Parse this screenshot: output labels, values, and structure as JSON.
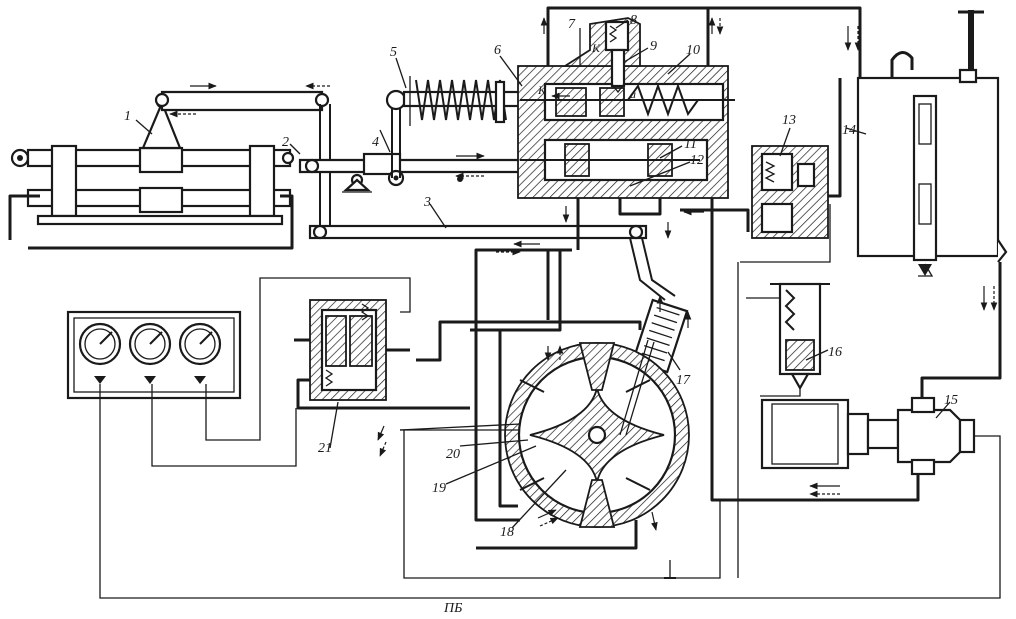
{
  "diagram": {
    "caption": "ПБ",
    "labels": {
      "l1": "1",
      "l2": "2",
      "l3": "3",
      "l4": "4",
      "l5": "5",
      "l6": "6",
      "l7": "7",
      "l8": "8",
      "l9": "9",
      "l10": "10",
      "l11": "11",
      "l12": "12",
      "l13": "13",
      "l14": "14",
      "l15": "15",
      "l16": "16",
      "l17": "17",
      "l18": "18",
      "l19": "19",
      "l20": "20",
      "l21": "21"
    },
    "letters": {
      "k1": "К",
      "k2": "К",
      "a": "а"
    }
  }
}
